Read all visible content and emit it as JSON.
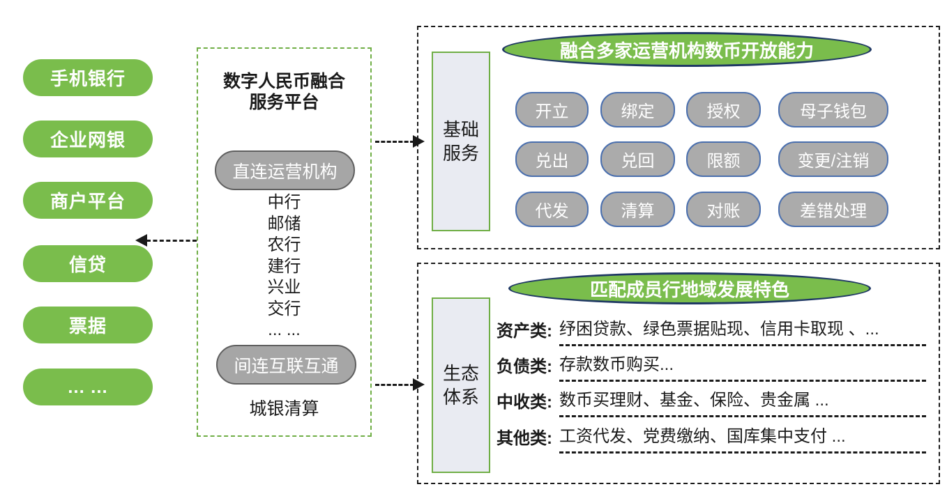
{
  "colors": {
    "green": "#7abd4c",
    "green-border": "#6fae45",
    "navy": "#1f3864",
    "pill-gray": "#ababab",
    "pill-gray-dark": "#a6a6a6",
    "pill-gray-border": "#5f5f5f",
    "pill-blue-border": "#4a6fae",
    "side-label-bg": "#e9ebf2",
    "ink": "#1a1a1a"
  },
  "channels": {
    "items": [
      "手机银行",
      "企业网银",
      "商户平台",
      "信贷",
      "票据",
      "... ..."
    ]
  },
  "platform": {
    "title_lines": [
      "数字人民币融合",
      "服务平台"
    ],
    "direct_pill_label": "直连运营机构",
    "direct_banks": [
      "中行",
      "邮储",
      "农行",
      "建行",
      "兴业",
      "交行",
      "... ..."
    ],
    "indirect_pill_label": "间连互联互通",
    "indirect_member": "城银清算"
  },
  "basic_services": {
    "side_label": "基础服务",
    "header": "融合多家运营机构数币开放能力",
    "pill_rows": [
      [
        "开立",
        "绑定",
        "授权",
        "母子钱包"
      ],
      [
        "兑出",
        "兑回",
        "限额",
        "变更/注销"
      ],
      [
        "代发",
        "清算",
        "对账",
        "差错处理"
      ]
    ]
  },
  "ecosystem": {
    "side_label": "生态体系",
    "header": "匹配成员行地域发展特色",
    "rows": [
      {
        "label": "资产类:",
        "content": "纾困贷款、绿色票据贴现、信用卡取现 、..."
      },
      {
        "label": "负债类:",
        "content": "存款数币购买..."
      },
      {
        "label": "中收类:",
        "content": "数币买理财、基金、保险、贵金属 ..."
      },
      {
        "label": "其他类:",
        "content": "工资代发、党费缴纳、国库集中支付 ..."
      }
    ]
  }
}
